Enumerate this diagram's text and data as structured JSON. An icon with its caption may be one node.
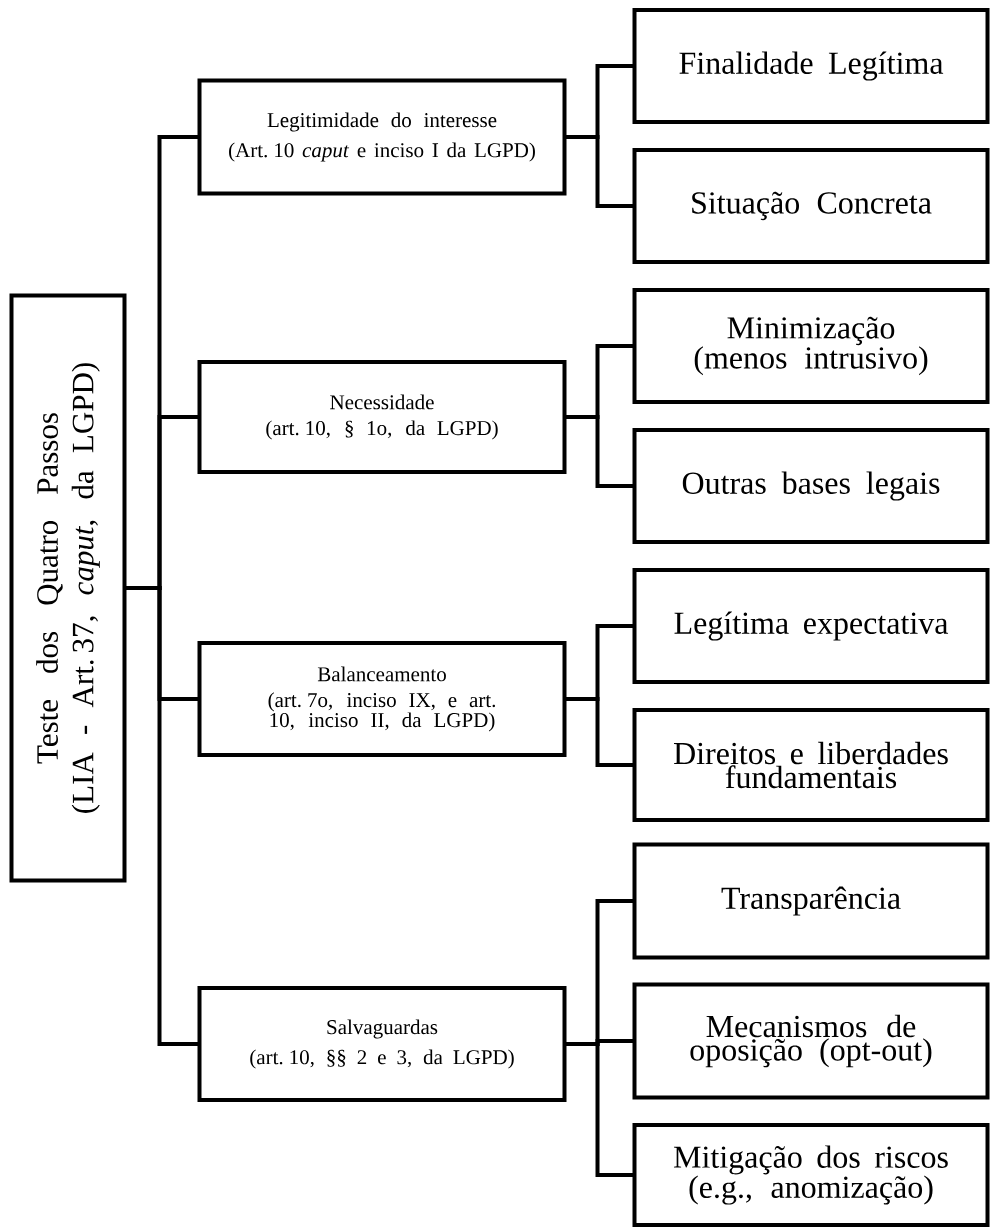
{
  "diagram": {
    "nodes": [
      {
        "text": [
          "Teste dos Quatro Passos",
          "(LIA - Art. 37, *caput*, da LGPD)"
        ]
      },
      {
        "text": [
          "Legitimidade do interesse",
          "(Art. 10 *caput* e inciso I da LGPD)"
        ]
      },
      {
        "text": [
          "Finalidade Legítima"
        ]
      },
      {
        "text": [
          "Situação Concreta"
        ]
      },
      {
        "text": [
          "Necessidade",
          "(art. 10, § 1o, da LGPD)"
        ]
      },
      {
        "text": [
          "Minimização (menos intrusivo)"
        ]
      },
      {
        "text": [
          "Outras bases legais"
        ]
      },
      {
        "text": [
          "Balanceamento",
          "(art. 7o, inciso IX, e art. 10, inciso II, da LGPD)"
        ]
      },
      {
        "text": [
          "Legítima expectativa"
        ]
      },
      {
        "text": [
          "Direitos e liberdades fundamentais"
        ]
      },
      {
        "text": [
          "Salvaguardas",
          "(art. 10, §§ 2 e 3, da LGPD)"
        ]
      },
      {
        "text": [
          "Transparência"
        ]
      },
      {
        "text": [
          "Mecanismos de oposição (opt-out)"
        ]
      },
      {
        "text": [
          "Mitigação dos riscos (e.g., anomização)"
        ]
      }
    ],
    "edges": [
      {
        "from": 0,
        "to": 1,
        "arrow": "none"
      },
      {
        "from": 0,
        "to": 4,
        "arrow": "none"
      },
      {
        "from": 0,
        "to": 7,
        "arrow": "none"
      },
      {
        "from": 0,
        "to": 10,
        "arrow": "none"
      },
      {
        "from": 1,
        "to": 2,
        "arrow": "none"
      },
      {
        "from": 1,
        "to": 3,
        "arrow": "none"
      },
      {
        "from": 4,
        "to": 5,
        "arrow": "none"
      },
      {
        "from": 4,
        "to": 6,
        "arrow": "none"
      },
      {
        "from": 7,
        "to": 8,
        "arrow": "none"
      },
      {
        "from": 7,
        "to": 9,
        "arrow": "none"
      },
      {
        "from": 10,
        "to": 11,
        "arrow": "none"
      },
      {
        "from": 10,
        "to": 12,
        "arrow": "none"
      },
      {
        "from": 10,
        "to": 13,
        "arrow": "none"
      }
    ]
  }
}
